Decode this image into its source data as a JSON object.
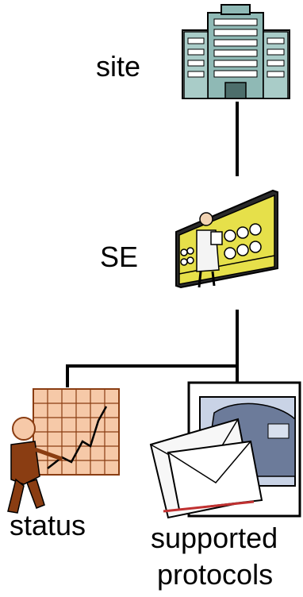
{
  "nodes": {
    "site": {
      "label": "site",
      "icon": "office-building-icon"
    },
    "se": {
      "label": "SE",
      "icon": "mainframe-computer-technician-icon"
    },
    "status": {
      "label": "status",
      "icon": "businessman-rising-chart-icon"
    },
    "protocols": {
      "label_line1": "supported",
      "label_line2": "protocols",
      "icon": "envelopes-and-car-icon"
    }
  },
  "colors": {
    "connector": "#000000",
    "building": "#8fb9b5",
    "panel": "#e6e04a",
    "chart": "#f6c9a8",
    "figure": "#8a3d12"
  }
}
